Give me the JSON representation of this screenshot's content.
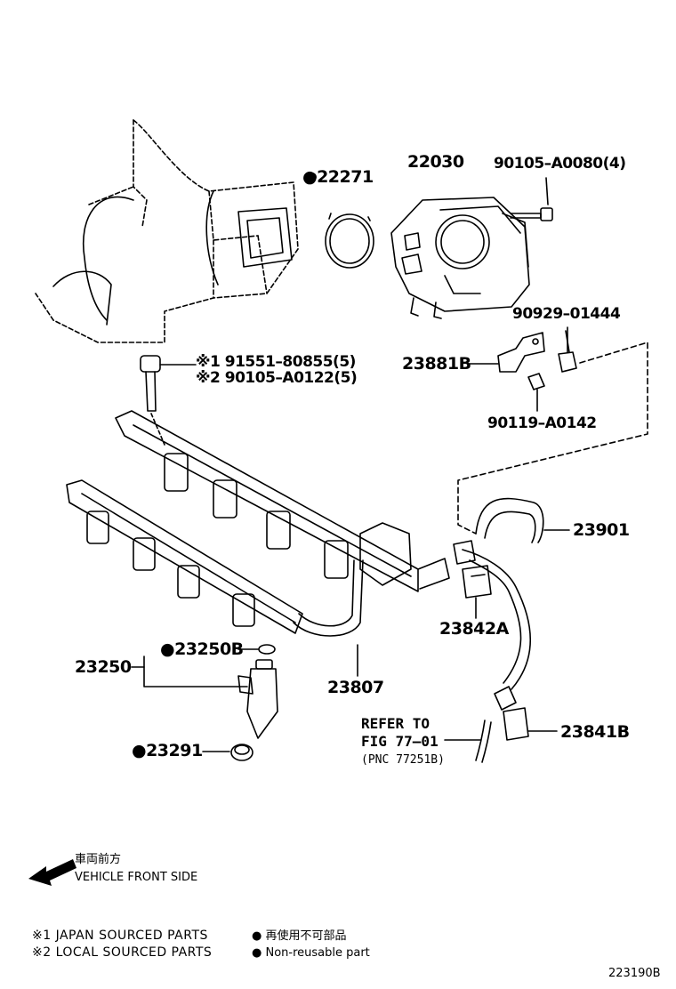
{
  "callouts": {
    "gasket_22271": "●22271",
    "throttle_body_22030": "22030",
    "bolt_90105_a0080": "90105–A0080(4)",
    "bolt_91551_80855": "※1 91551–80855(5)",
    "bolt_90105_a0122": "※2 90105–A0122(5)",
    "bracket_23881b": "23881B",
    "clip_90929_01444": "90929–01444",
    "bolt_90119_a0142": "90119–A0142",
    "hose_23901": "23901",
    "clip_23842a": "23842A",
    "o_ring_23250b": "●23250B",
    "injector_23250": "23250",
    "pipe_23807": "23807",
    "insulator_23291": "●23291",
    "clip_23841b": "23841B"
  },
  "refer": {
    "line1": "REFER TO",
    "line2": "FIG 77–01",
    "line3": "(PNC 77251B)"
  },
  "front": {
    "jp": "車両前方",
    "en": "VEHICLE FRONT SIDE"
  },
  "legend": {
    "note1": "※1 JAPAN SOURCED PARTS",
    "note2": "※2 LOCAL SOURCED PARTS",
    "nonreuse_jp": "● 再使用不可部品",
    "nonreuse_en": "● Non-reusable part"
  },
  "figure_id": "223190B"
}
